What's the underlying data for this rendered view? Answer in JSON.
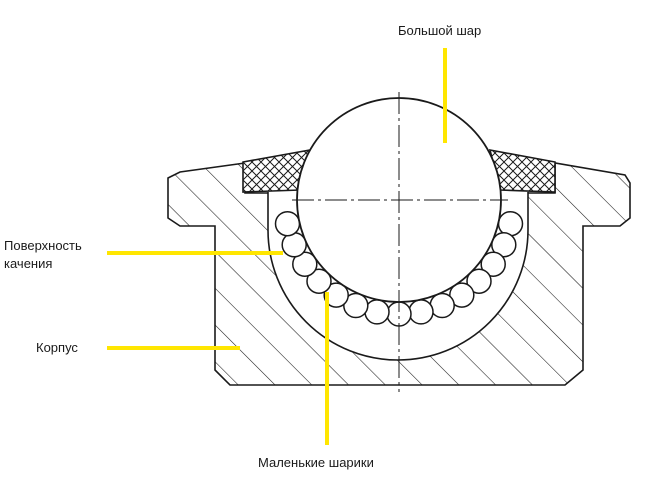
{
  "labels": {
    "big_ball": "Большой шар",
    "rolling_surface_line1": "Поверхность",
    "rolling_surface_line2": "качения",
    "housing": "Корпус",
    "small_balls": "Маленькие шарики"
  },
  "colors": {
    "leader": "#ffe600",
    "outline": "#1a1a1a",
    "hatch": "#1a1a1a",
    "background": "#ffffff"
  }
}
